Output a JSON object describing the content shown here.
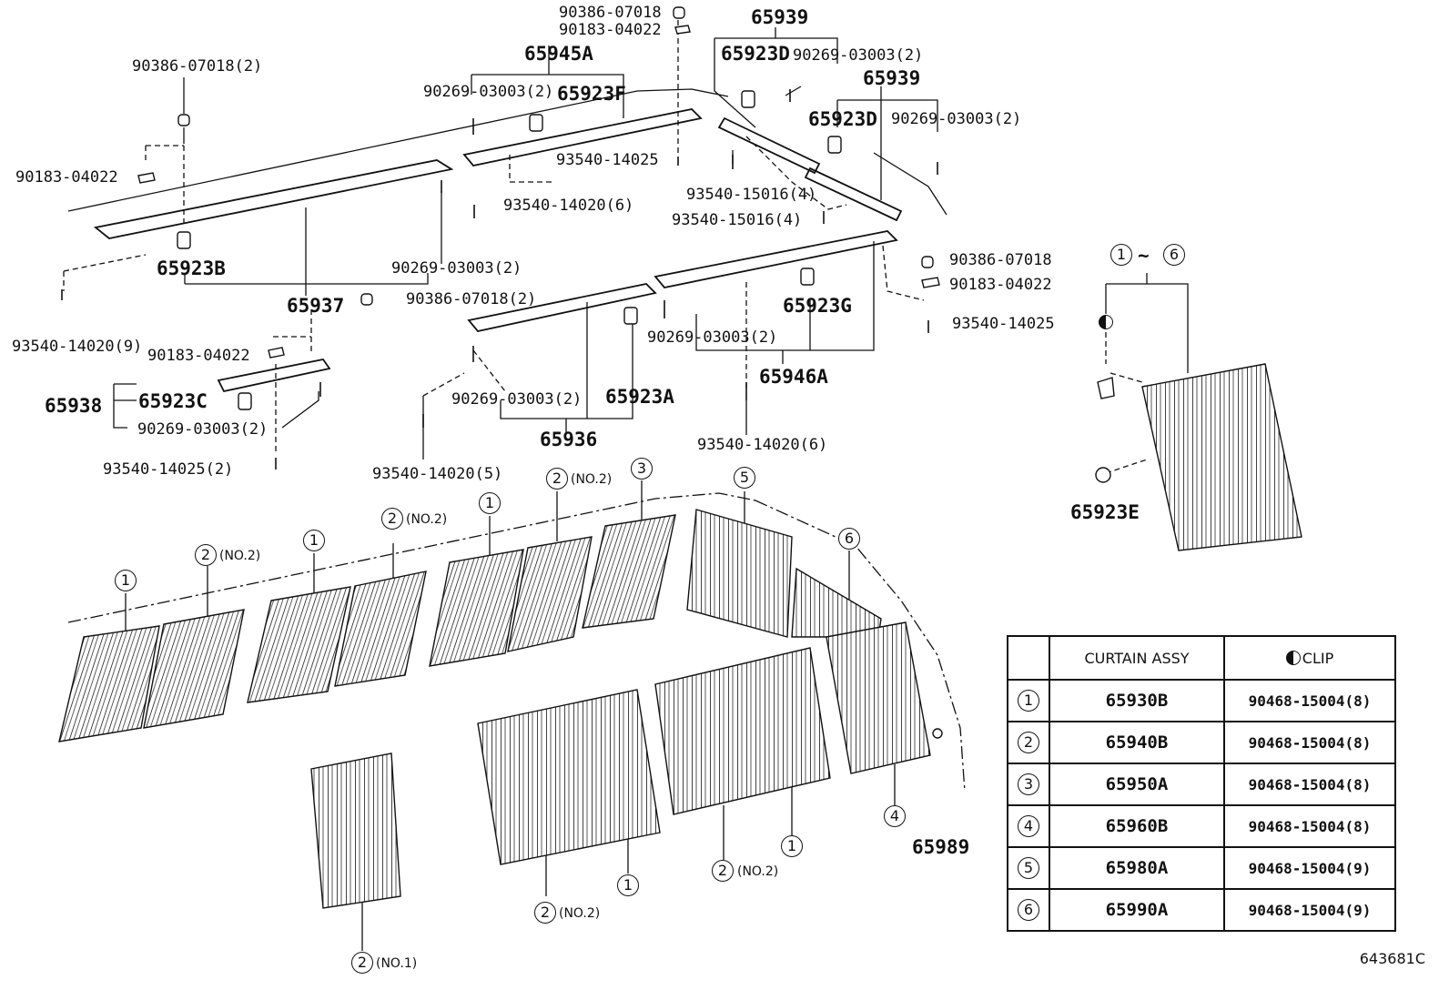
{
  "labels": {
    "l_90386_07018_top": "90386-07018",
    "l_90183_04022_top": "90183-04022",
    "l_65945A": "65945A",
    "l_90269_03003_2_a": "90269-03003(2)",
    "l_65923F": "65923F",
    "l_90386_07018_2_a": "90386-07018(2)",
    "l_90183_04022_left": "90183-04022",
    "l_93540_14025_a": "93540-14025",
    "l_93540_14020_6_a": "93540-14020(6)",
    "l_65923B": "65923B",
    "l_90269_03003_2_b": "90269-03003(2)",
    "l_65937": "65937",
    "l_93540_14020_9": "93540-14020(9)",
    "l_90386_07018_2_b": "90386-07018(2)",
    "l_90183_04022_mid": "90183-04022",
    "l_65938": "65938",
    "l_65923C": "65923C",
    "l_90269_03003_2_c": "90269-03003(2)",
    "l_93540_14025_2": "93540-14025(2)",
    "l_65939_top": "65939",
    "l_65923D_a": "65923D",
    "l_90269_03003_2_d": "90269-03003(2)",
    "l_65939_b": "65939",
    "l_65923D_b": "65923D",
    "l_90269_03003_2_e": "90269-03003(2)",
    "l_93540_15016_4_a": "93540-15016(4)",
    "l_93540_15016_4_b": "93540-15016(4)",
    "l_90386_07018_r": "90386-07018",
    "l_90183_04022_r": "90183-04022",
    "l_93540_14025_r": "93540-14025",
    "l_65923G": "65923G",
    "l_90269_03003_2_f": "90269-03003(2)",
    "l_65946A": "65946A",
    "l_90269_03003_2_g": "90269-03003(2)",
    "l_65923A": "65923A",
    "l_65936": "65936",
    "l_93540_14020_6_b": "93540-14020(6)",
    "l_93540_14020_5": "93540-14020(5)",
    "l_65923E": "65923E",
    "l_65989": "65989",
    "l_range": "~"
  },
  "callouts": {
    "n1": "1",
    "n2": "2",
    "n3": "3",
    "n4": "4",
    "n5": "5",
    "n6": "6",
    "no1": "(NO.1)",
    "no2": "(NO.2)"
  },
  "table": {
    "col_curtain": "CURTAIN ASSY",
    "col_clip": "CLIP",
    "rows": [
      {
        "num": "1",
        "part": "65930B",
        "clip": "90468-15004(8)"
      },
      {
        "num": "2",
        "part": "65940B",
        "clip": "90468-15004(8)"
      },
      {
        "num": "3",
        "part": "65950A",
        "clip": "90468-15004(8)"
      },
      {
        "num": "4",
        "part": "65960B",
        "clip": "90468-15004(8)"
      },
      {
        "num": "5",
        "part": "65980A",
        "clip": "90468-15004(9)"
      },
      {
        "num": "6",
        "part": "65990A",
        "clip": "90468-15004(9)"
      }
    ]
  },
  "reference_code": "643681C",
  "icons": [
    "half-filled-circle-clip-icon"
  ]
}
